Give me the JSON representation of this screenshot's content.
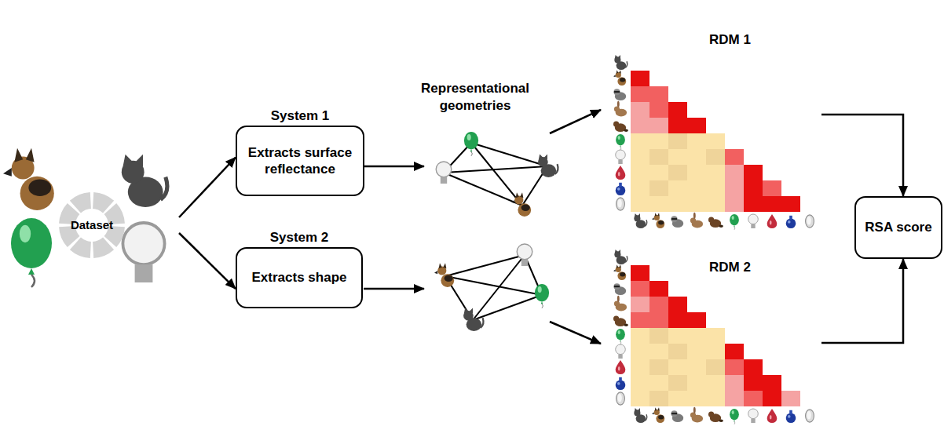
{
  "diagram": {
    "nodes": [
      {
        "text": [
          "Dataset"
        ]
      },
      {
        "text": [
          "System 1",
          "Extracts surface reflectance"
        ]
      },
      {
        "text": [
          "System 2",
          "Extracts shape"
        ]
      },
      {
        "text": [
          "RDM 1"
        ]
      },
      {
        "text": [
          "RDM 2"
        ]
      },
      {
        "text": [
          "RSA score"
        ]
      }
    ],
    "edges": [
      {
        "from": 0,
        "to": 1,
        "arrow": "to"
      },
      {
        "from": 0,
        "to": 2,
        "arrow": "to"
      },
      {
        "from": 3,
        "to": 5,
        "arrow": "to"
      },
      {
        "from": 4,
        "to": 5,
        "arrow": "to"
      }
    ],
    "labels": [
      "Representational geometries"
    ]
  }
}
